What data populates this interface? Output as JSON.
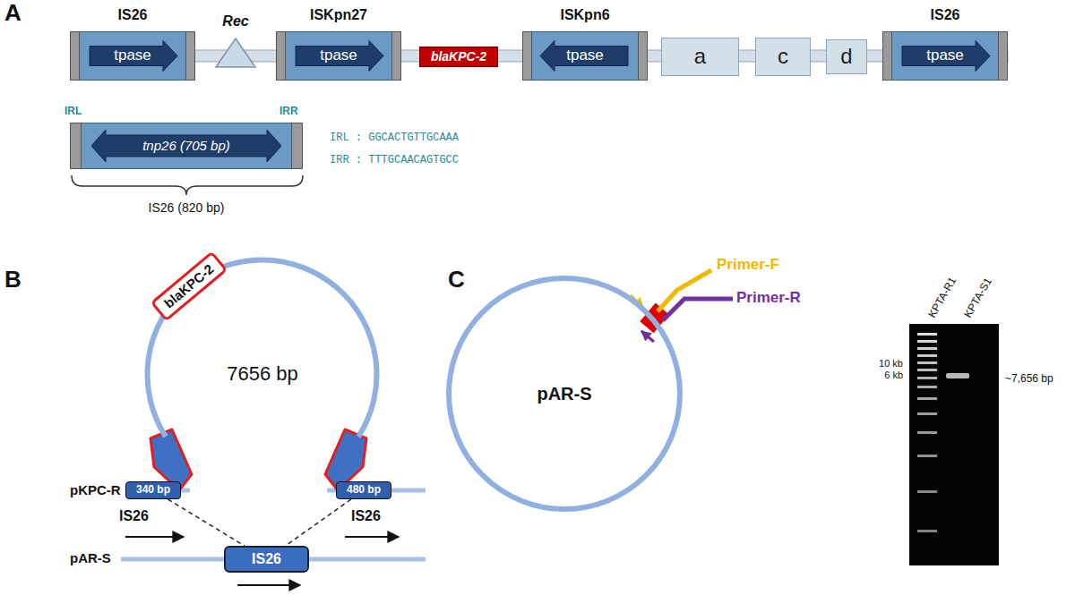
{
  "diagram": {
    "nodes": [
      {
        "text": [
          "IS26",
          "tpase"
        ]
      },
      {
        "text": [
          "Rec"
        ]
      },
      {
        "text": [
          "ISKpn27",
          "tpase"
        ]
      },
      {
        "text": [
          "blaKPC-2"
        ]
      },
      {
        "text": [
          "ISKpn6",
          "tpase"
        ]
      },
      {
        "text": [
          "a"
        ]
      },
      {
        "text": [
          "c"
        ]
      },
      {
        "text": [
          "d"
        ]
      },
      {
        "text": [
          "IS26",
          "tpase"
        ]
      },
      {
        "text": [
          "tnp26 (705 bp)"
        ]
      },
      {
        "text": [
          "7656 bp"
        ]
      },
      {
        "text": [
          "blaKPC-2"
        ]
      },
      {
        "text": [
          "340 bp"
        ]
      },
      {
        "text": [
          "480 bp"
        ]
      },
      {
        "text": [
          "IS26"
        ]
      },
      {
        "text": [
          "pAR-S"
        ]
      }
    ],
    "edges": [
      {
        "from": 12,
        "to": 14,
        "arrow": "none"
      },
      {
        "from": 13,
        "to": 14,
        "arrow": "none"
      }
    ],
    "labels": [
      "A",
      "IRL",
      "IRR",
      "IS26 (820 bp)",
      "IRL : GGCACTGTTGCAAA",
      "IRR : TTTGCAACAGTGCC",
      "B",
      "pKPC-R",
      "IS26",
      "IS26",
      "pAR-S",
      "C",
      "Primer-F",
      "Primer-R",
      "10 kb",
      "6 kb",
      "~7,656 bp",
      "KPTA-R1",
      "KPTA-S1"
    ]
  }
}
